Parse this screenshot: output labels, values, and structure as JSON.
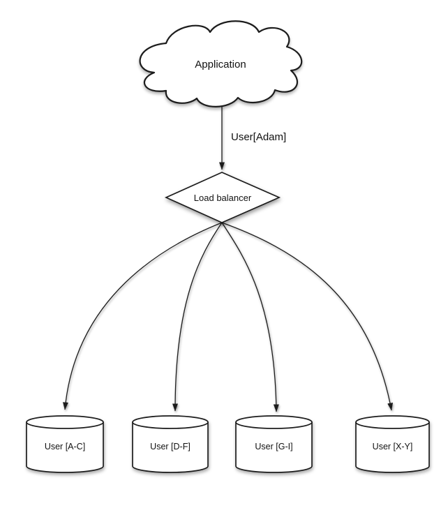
{
  "colors": {
    "background": "#ffffff",
    "stroke": "#1c1c1c",
    "node-fill": "#ffffff",
    "text": "#111111"
  },
  "nodes": {
    "application": {
      "label": "Application",
      "shape": "cloud"
    },
    "load_balancer": {
      "label": "Load balancer",
      "shape": "diamond"
    },
    "shards": [
      {
        "label": "User [A-C]",
        "shape": "cylinder"
      },
      {
        "label": "User [D-F]",
        "shape": "cylinder"
      },
      {
        "label": "User [G-I]",
        "shape": "cylinder"
      },
      {
        "label": "User [X-Y]",
        "shape": "cylinder"
      }
    ]
  },
  "edges": {
    "app_to_lb": {
      "label": "User[Adam]"
    }
  }
}
